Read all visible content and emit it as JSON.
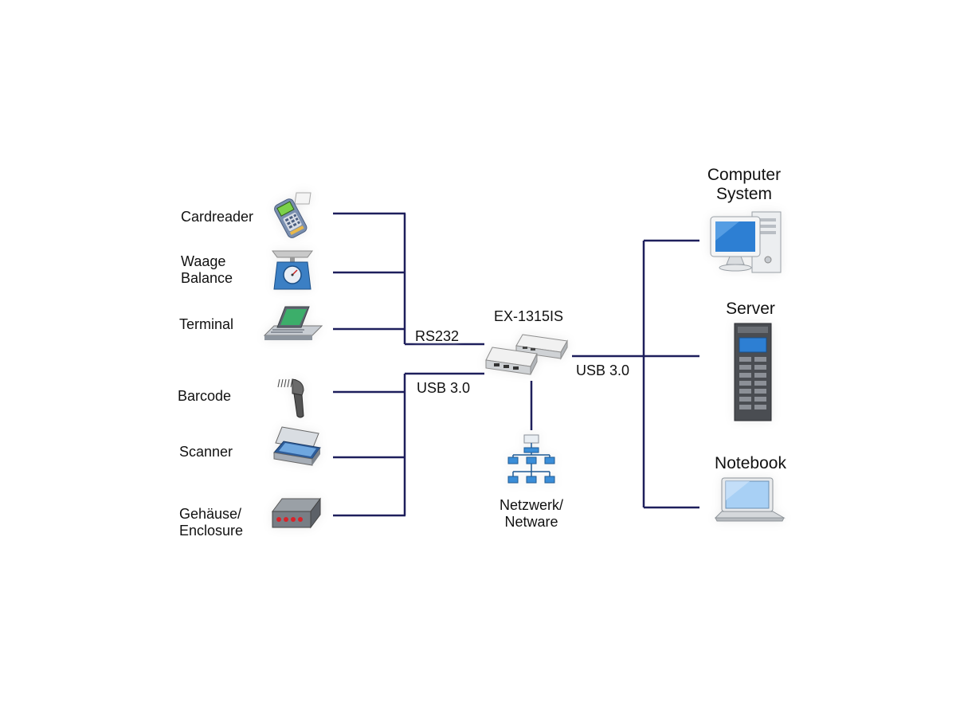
{
  "left_devices": [
    {
      "label": "Cardreader",
      "icon": "cardreader-icon"
    },
    {
      "label_line1": "Waage",
      "label_line2": "Balance",
      "icon": "scale-icon"
    },
    {
      "label": "Terminal",
      "icon": "terminal-icon"
    },
    {
      "label": "Barcode",
      "icon": "barcode-scanner-icon"
    },
    {
      "label": "Scanner",
      "icon": "flatbed-scanner-icon"
    },
    {
      "label_line1": "Gehäuse/",
      "label_line2": "Enclosure",
      "icon": "enclosure-icon"
    }
  ],
  "hub": {
    "label": "EX-1315IS",
    "icon": "usb-hub-icon"
  },
  "connections": {
    "rs232": "RS232",
    "usb_left": "USB 3.0",
    "usb_right": "USB 3.0"
  },
  "network": {
    "label_line1": "Netzwerk/",
    "label_line2": "Netware",
    "icon": "network-topology-icon"
  },
  "right_devices": [
    {
      "label_line1": "Computer",
      "label_line2": "System",
      "icon": "desktop-computer-icon"
    },
    {
      "label": "Server",
      "icon": "server-rack-icon"
    },
    {
      "label": "Notebook",
      "icon": "notebook-icon"
    }
  ],
  "colors": {
    "line": "#1e1f5c",
    "screen": "#2d7fd3"
  }
}
